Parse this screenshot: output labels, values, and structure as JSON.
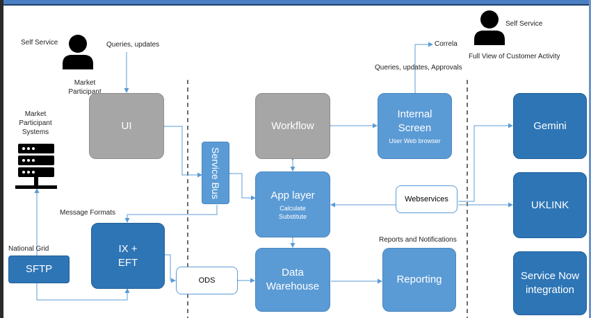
{
  "labels": {
    "self_service_left": "Self Service",
    "queries_updates": "Queries, updates",
    "market_participant": "Market\nParticipant",
    "market_participant_systems": "Market\nParticipant\nSystems",
    "message_formats": "Message Formats",
    "national_grid": "National Grid",
    "correla": "Correla",
    "self_service_right": "Self Service",
    "full_view": "Full View of Customer Activity",
    "queries_updates_approvals": "Queries, updates, Approvals",
    "reports_notifications": "Reports and Notifications"
  },
  "boxes": {
    "ui": "UI",
    "workflow": "Workflow",
    "internal_screen": "Internal\nScreen",
    "internal_screen_sub": "User Web browser",
    "service_bus": "Service Bus",
    "app_layer": "App layer",
    "app_layer_sub1": "Calculate",
    "app_layer_sub2": "Substitute",
    "webservices": "Webservices",
    "gemini": "Gemini",
    "uklink": "UKLINK",
    "sftp": "SFTP",
    "ix_eft": "IX +\nEFT",
    "ods": "ODS",
    "data_warehouse": "Data\nWarehouse",
    "reporting": "Reporting",
    "service_now": "Service Now\nintegration"
  },
  "colors": {
    "gray_box": "#a6a6a6",
    "blue_box": "#5b9bd5",
    "dark_blue_box": "#2e75b6",
    "connector": "#5b9bd5"
  },
  "icons": [
    "person-icon",
    "person-icon",
    "server-icon"
  ]
}
